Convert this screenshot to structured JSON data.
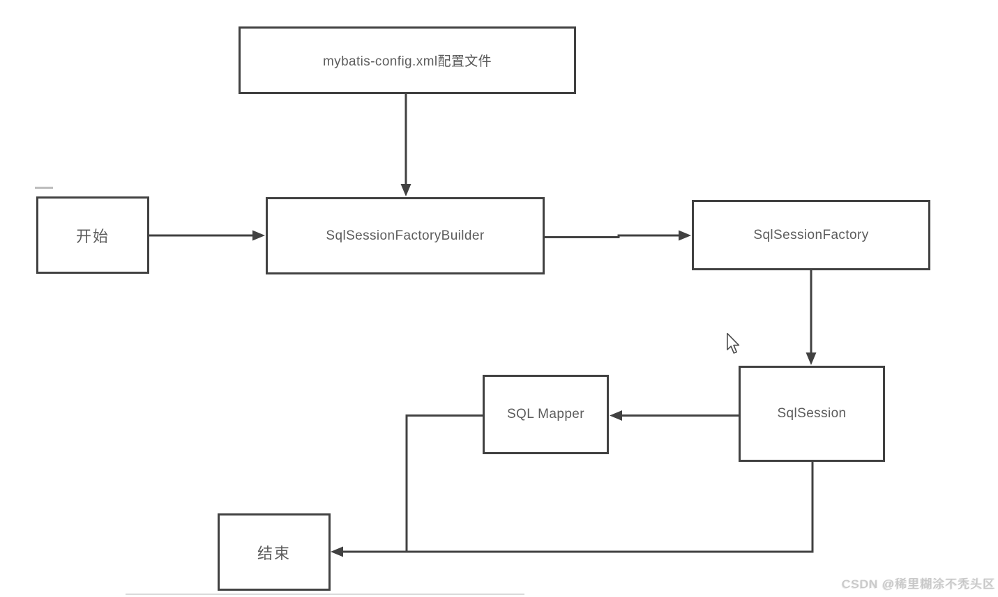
{
  "diagram": {
    "nodes": {
      "config": {
        "label": "mybatis-config.xml配置文件"
      },
      "start": {
        "label": "开始"
      },
      "builder": {
        "label": "SqlSessionFactoryBuilder"
      },
      "factory": {
        "label": "SqlSessionFactory"
      },
      "session": {
        "label": "SqlSession"
      },
      "mapper": {
        "label": "SQL Mapper"
      },
      "end": {
        "label": "结束"
      }
    },
    "edges": [
      {
        "from": "config",
        "to": "builder",
        "arrow": true
      },
      {
        "from": "start",
        "to": "builder",
        "arrow": true
      },
      {
        "from": "builder",
        "to": "factory",
        "arrow": true
      },
      {
        "from": "factory",
        "to": "session",
        "arrow": true
      },
      {
        "from": "session",
        "to": "mapper",
        "arrow": true
      },
      {
        "from": "mapper",
        "to": "end",
        "arrow": false,
        "note": "joins session-to-end line"
      },
      {
        "from": "session",
        "to": "end",
        "arrow": true
      }
    ]
  },
  "watermark": {
    "text": "CSDN @稀里糊涂不秃头区"
  },
  "icons": {
    "cursor": "mouse-pointer-icon"
  },
  "colors": {
    "background": "#ffffff",
    "line": "#414141",
    "box_border": "#414141",
    "text": "#5c5c5c",
    "watermark": "#c6c6c6",
    "divider": "#dadada"
  }
}
